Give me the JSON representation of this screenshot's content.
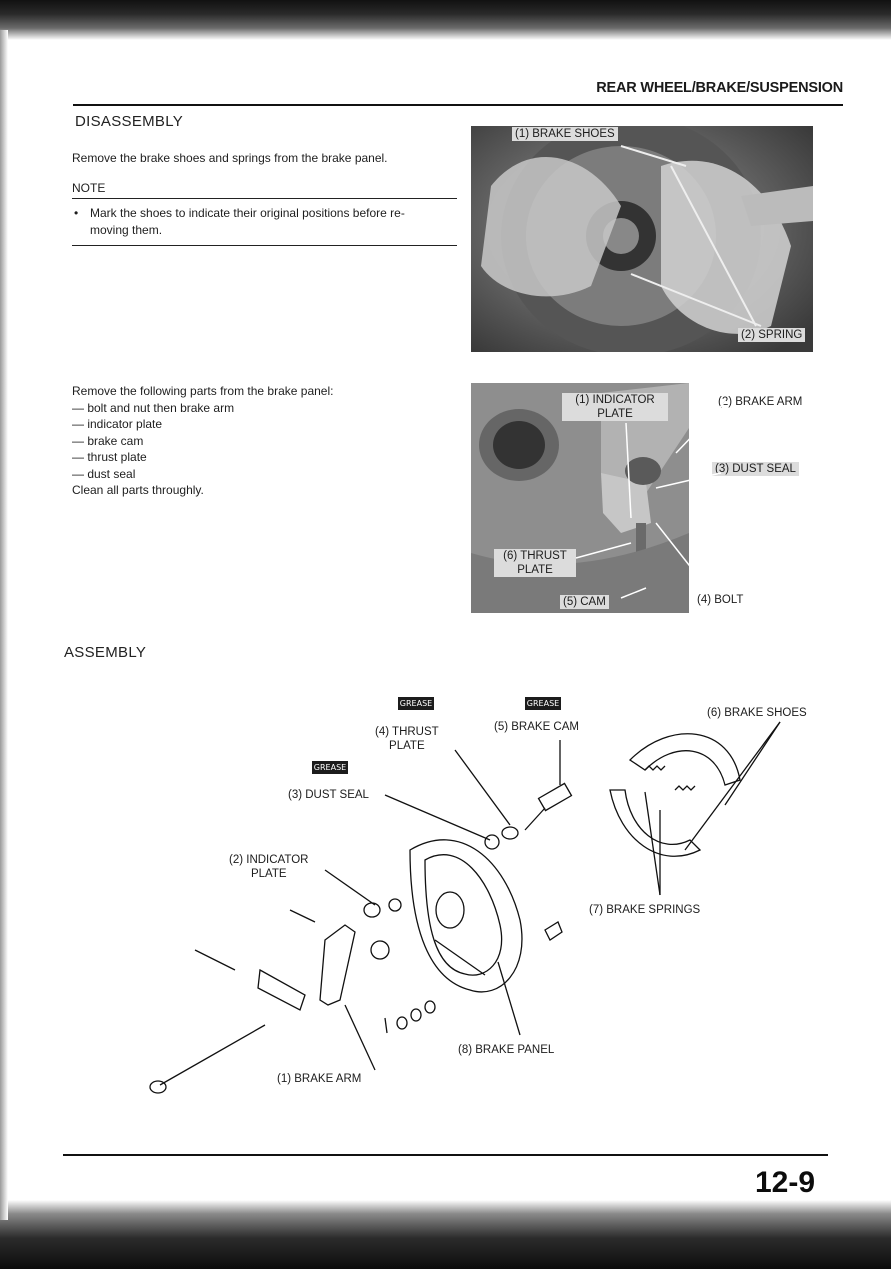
{
  "header": {
    "section": "REAR WHEEL/BRAKE/SUSPENSION"
  },
  "disassembly": {
    "title": "DISASSEMBLY",
    "step1": "Remove the brake shoes and springs from the brake panel.",
    "note_label": "NOTE",
    "note_line1": "Mark the shoes to indicate their original positions before re-",
    "note_line2": "moving them.",
    "photo1": {
      "label1": "(1) BRAKE SHOES",
      "label2": "(2) SPRING"
    },
    "step2_lines": [
      "Remove the following parts from the brake panel:",
      "— bolt and nut then brake arm",
      "— indicator plate",
      "— brake cam",
      "— thrust plate",
      "— dust seal",
      "Clean all parts throughly."
    ],
    "photo2": {
      "l1a": "(1) INDICATOR",
      "l1b": "PLATE",
      "l2": "(2) BRAKE ARM",
      "l3": "(3) DUST SEAL",
      "l4": "(4) BOLT",
      "l5": "(5) CAM",
      "l6a": "(6) THRUST",
      "l6b": "PLATE"
    }
  },
  "assembly": {
    "title": "ASSEMBLY",
    "grease": "GREASE",
    "labels": {
      "thrust_a": "(4) THRUST",
      "thrust_b": "PLATE",
      "cam": "(5) BRAKE CAM",
      "shoes": "(6) BRAKE SHOES",
      "dust": "(3) DUST SEAL",
      "ind_a": "(2) INDICATOR",
      "ind_b": "PLATE",
      "springs": "(7) BRAKE SPRINGS",
      "panel": "(8) BRAKE PANEL",
      "arm": "(1) BRAKE ARM"
    }
  },
  "footer": {
    "page": "12-9"
  }
}
